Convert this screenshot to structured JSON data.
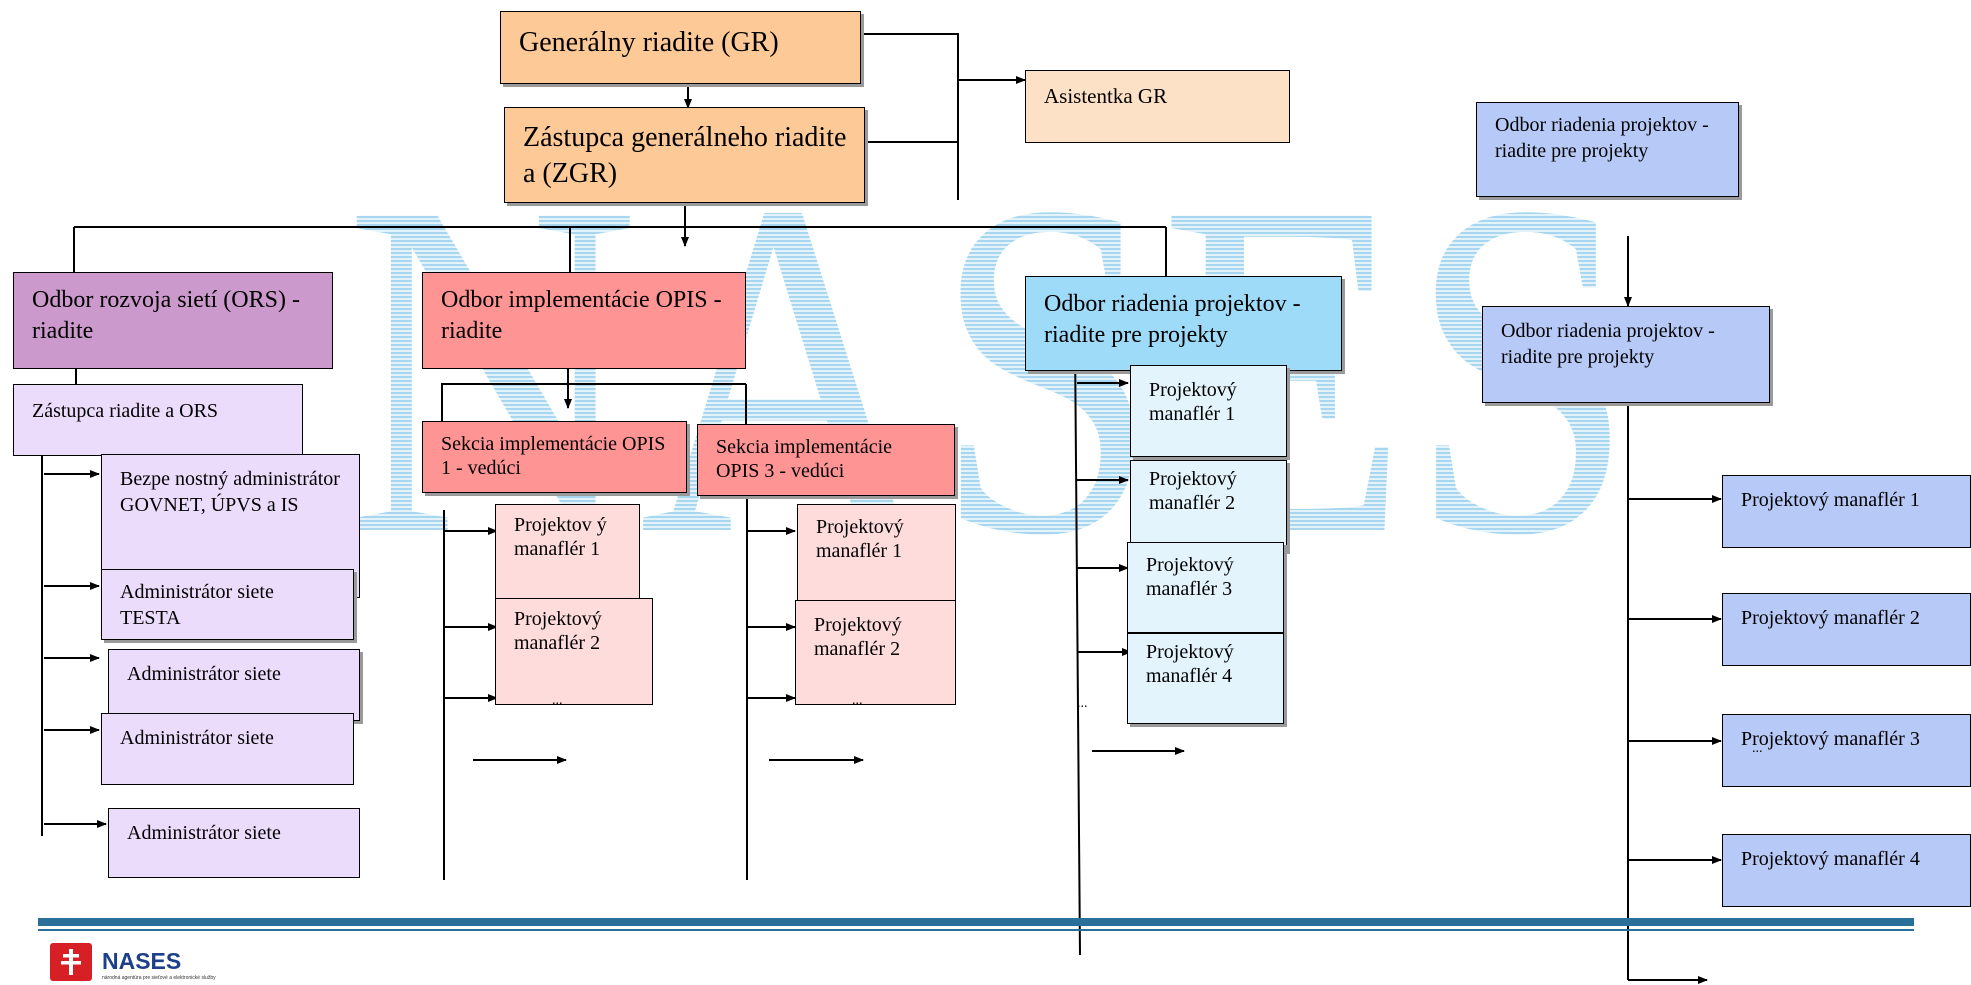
{
  "watermark": "NASES",
  "logo": {
    "name": "NASES",
    "subtitle": "národná agentúra pre sieťové a elektronické služby",
    "icon": "double-cross-emblem-icon"
  },
  "colors": {
    "accent_line": "#2a6f99",
    "wire": "#000000"
  },
  "nodes": {
    "gr": "Generálny riadite   (GR)",
    "zgr": "Zástupca generálneho riadite  a (ZGR)",
    "asistentka": "Asistentka GR",
    "orp_top": "Odbor riadenia projektov - riadite   pre projekty",
    "orp_right": "Odbor riadenia projektov - riadite   pre projekty",
    "ors": "Odbor rozvoja sietí (ORS) - riadite",
    "ors_deputy": "Zástupca riadite  a ORS",
    "ors_children": [
      "Bezpe  nostný administrátor GOVNET, ÚPVS a IS",
      "Administrátor siete TESTA",
      "Administrátor siete",
      "Administrátor siete",
      "Administrátor siete"
    ],
    "opis": "Odbor implementácie OPIS - riadite",
    "opis1": "Sekcia implementácie OPIS 1 - vedúci",
    "opis3": "Sekcia implementácie OPIS 3 - vedúci",
    "opis1_children": [
      "Projektov ý manaflér 1",
      "Projektový manaflér 2"
    ],
    "opis3_children": [
      "Projektový manaflér 1",
      "Projektový manaflér 2"
    ],
    "orp_mid": "Odbor riadenia projektov -  riadite   pre projekty",
    "orp_mid_children": [
      "Projektový manaflér 1",
      "Projektový manaflér 2",
      "Projektový manaflér 3",
      "Projektový manaflér 4"
    ],
    "orp_right_children": [
      "Projektový manaflér 1",
      "Projektový manaflér 2",
      "Projektový manaflér 3",
      "Projektový manaflér 4"
    ],
    "ellipsis": "..."
  }
}
